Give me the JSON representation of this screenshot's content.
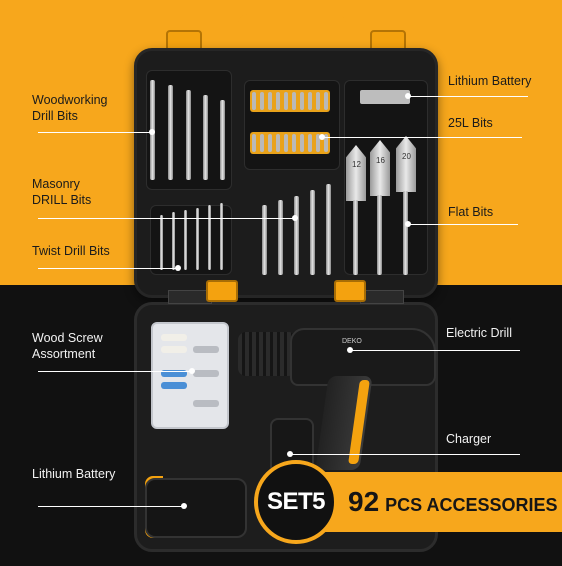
{
  "labels": {
    "woodworking": "Woodworking\nDrill Bits",
    "masonry": "Masonry\nDRILL Bits",
    "twist": "Twist Drill Bits",
    "lithium_top": "Lithium Battery",
    "bits_25l": "25L Bits",
    "flat": "Flat Bits",
    "wood_screw": "Wood Screw\nAssortment",
    "electric_drill": "Electric Drill",
    "charger": "Charger",
    "lithium_bottom": "Lithium Battery"
  },
  "spade_sizes": [
    "12",
    "16",
    "20"
  ],
  "drill_brand": "DEKO",
  "banner": {
    "set": "SET5",
    "count": "92",
    "text": "PCS ACCESSORIES"
  },
  "colors": {
    "accent": "#f7a71c",
    "dark": "#111111"
  }
}
